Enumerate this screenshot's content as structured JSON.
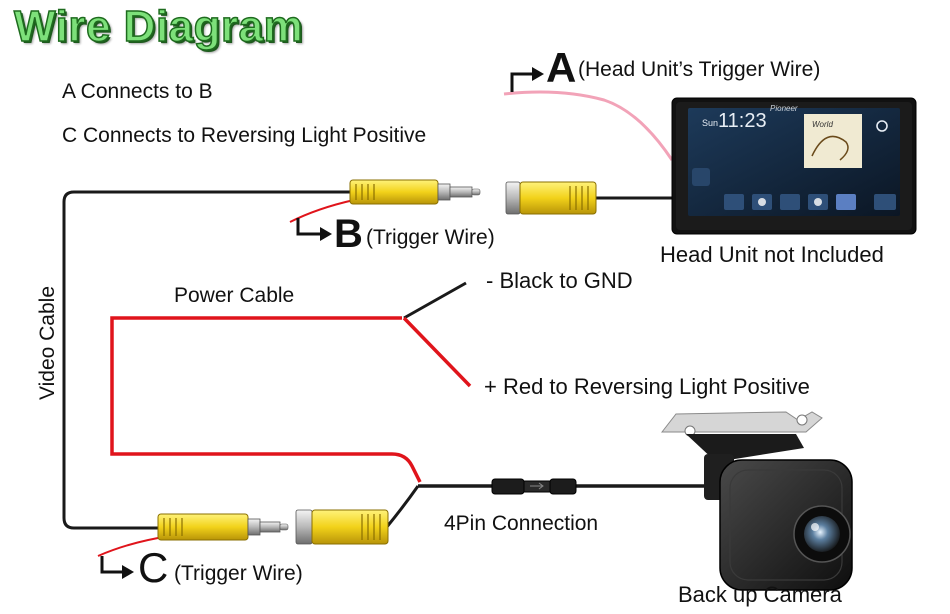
{
  "title": "Wire Diagram",
  "notes": [
    "A Connects to B",
    "C Connects to Reversing Light Positive"
  ],
  "connectors": {
    "a": {
      "letter": "A",
      "label": "(Head Unit’s Trigger Wire)"
    },
    "b": {
      "letter": "B",
      "label": "(Trigger Wire)"
    },
    "c": {
      "letter": "C",
      "label": "(Trigger Wire)"
    }
  },
  "labels": {
    "video_cable": "Video Cable",
    "power_cable": "Power Cable",
    "black_gnd": "- Black to GND",
    "red_positive": "+ Red to Reversing Light Positive",
    "four_pin": "4Pin Connection",
    "head_unit": "Head Unit not Included",
    "camera": "Back up Camera"
  },
  "head_unit_screen": {
    "brand": "Pioneer",
    "clock": "11:23",
    "day": "Sun",
    "album": "World"
  },
  "colors": {
    "title_fill": "#7de07a",
    "title_outline": "#1e6b1e",
    "wire_black": "#1a1a1a",
    "wire_red": "#e0141b",
    "wire_pink": "#f2a3b8",
    "rca_yellow": "#f2d21a"
  }
}
